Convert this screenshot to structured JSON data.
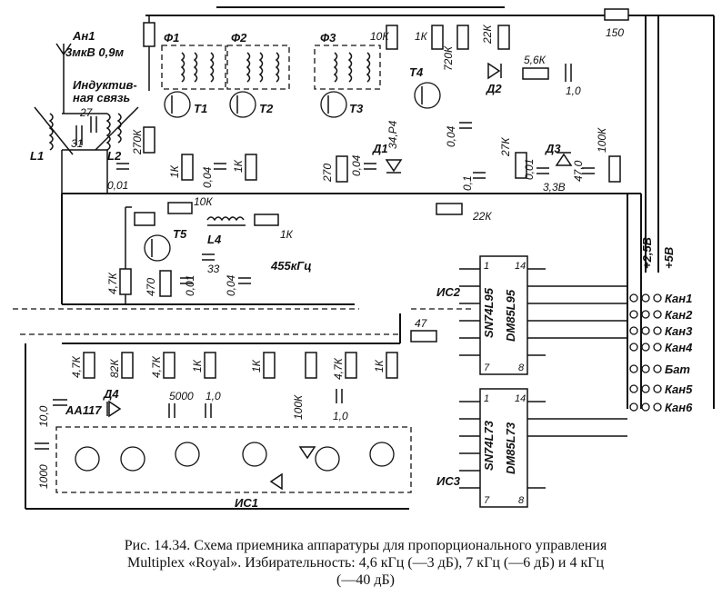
{
  "caption": {
    "line1": "Рис. 14.34. Схема приемника аппаратуры для пропорционального управления",
    "line2": "Multiplex «Royal». Избирательность: 4,6 кГц (—3 дБ), 7 кГц (—6 дБ) и 4 кГц",
    "line3": "(—40 дБ)"
  },
  "antenna": {
    "name": "Ан1",
    "spec": "3мкВ 0,9м"
  },
  "coupling": "Индуктив-\nная связь",
  "coupling_lines": [
    "Индуктив-",
    "ная связь"
  ],
  "filters": [
    "Ф1",
    "Ф2",
    "Ф3"
  ],
  "if_freq": "455кГц",
  "transistors": [
    "T1",
    "T2",
    "T3",
    "T4",
    "T5"
  ],
  "inductors": [
    "L1",
    "L2",
    "L4"
  ],
  "diodes": [
    "Д1",
    "Д2",
    "Д3",
    "Д4"
  ],
  "diode_types": {
    "d1": "34,Р4",
    "d3": "3,3В",
    "d4": "АА117"
  },
  "resistors": {
    "r_10k_top": "10К",
    "r_1k_top": "1К",
    "r_720k": "720К",
    "r_22k_top": "22К",
    "r_150": "150",
    "r_5_6k": "5,6К",
    "r_270k": "270К",
    "r_1k_t1": "1К",
    "r_1k_star": "1К",
    "r_270": "270",
    "r_27k": "27К",
    "r_100k": "100К",
    "r_10k_mid": "10К",
    "r_1k_mid": "1К",
    "r_22k_mid": "22К",
    "r_4_7k_t5": "4,7К",
    "r_470": "470",
    "r_47": "47",
    "r_4_7k_a": "4,7К",
    "r_82k": "82К",
    "r_4_7k_b": "4,7К",
    "r_1k_a": "1К",
    "r_1k_b": "1К",
    "r_100k_b": "100К",
    "r_4_7k_c": "4,7К",
    "r_1k_c": "1К"
  },
  "capacitors": {
    "c_27": "27",
    "c_31": "31",
    "c_0_01_a": "0,01",
    "c_0_04_a": "0,04",
    "c_0_04_b": "0,04",
    "c_0_04_c": "0,04",
    "c_0_1": "0,1",
    "c_0_01_b": "0,01",
    "c_47_0": "47,0",
    "c_1_0_top": "1,0",
    "c_33": "33",
    "c_0_01_c": "0,01",
    "c_0_04_d": "0,04",
    "c_10_0": "10,0",
    "c_1000": "1000",
    "c_5000": "5000",
    "c_1_0_a": "1,0",
    "c_1_0_b": "1,0"
  },
  "ics": {
    "ic1": "ИС1",
    "ic2": "ИС2",
    "ic3": "ИС3"
  },
  "chips": {
    "chip1": {
      "line1": "SN74L95",
      "line2": "DM85L95",
      "pin_tl": "1",
      "pin_tr": "14",
      "pin_bl": "7",
      "pin_br": "8"
    },
    "chip2": {
      "line1": "SN74L73",
      "line2": "DM85L73",
      "pin_tl": "1",
      "pin_tr": "14",
      "pin_bl": "7",
      "pin_br": "8"
    }
  },
  "power": [
    "+2,5В",
    "+5В"
  ],
  "outputs": [
    "Кан1",
    "Кан2",
    "Кан3",
    "Кан4",
    "Бат",
    "Кан5",
    "Кан6"
  ]
}
